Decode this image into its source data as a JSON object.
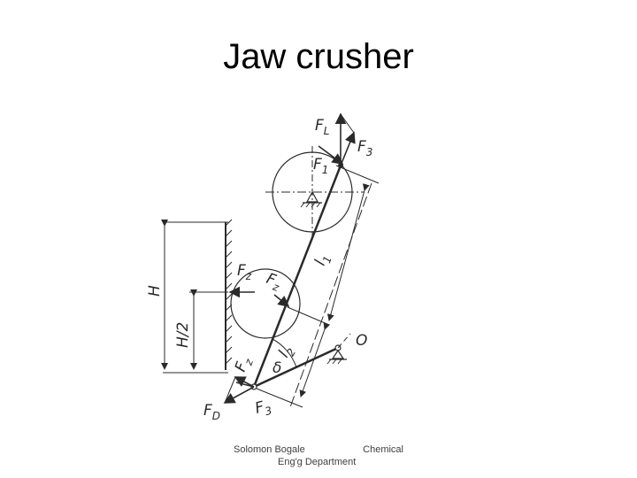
{
  "title": "Jaw crusher",
  "diagram": {
    "labels": {
      "FL": "F",
      "FL_sub": "L",
      "F3_top": "F",
      "F3_top_sub": "3",
      "F1": "F",
      "F1_sub": "1",
      "Fz_a": "F",
      "Fz_a_sub": "z",
      "Fz_b": "F",
      "Fz_b_sub": "z",
      "Fz_c": "F",
      "Fz_c_sub": "z",
      "FD": "F",
      "FD_sub": "D",
      "F3_bot": "F",
      "F3_bot_sub": "3",
      "l1": "l",
      "l1_sub": "1",
      "l2": "l",
      "l2_sub": "2",
      "delta": "δ",
      "O": "O",
      "H": "H",
      "H_half": "H/2"
    }
  },
  "footer": {
    "author": "Solomon Bogale",
    "department_line1": "Chemical",
    "department_line2": "Eng'g Department"
  }
}
